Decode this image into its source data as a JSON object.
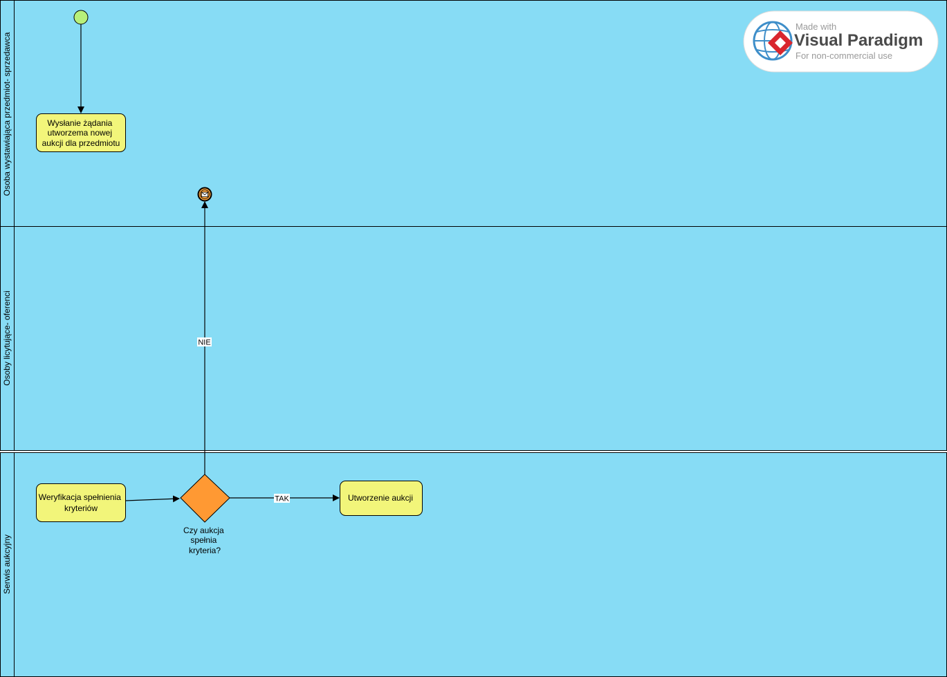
{
  "lanes": {
    "seller": "Osoba wystawiająca przedmiot- sprzedawca",
    "bidders": "Osoby licytujące- oferenci",
    "service": "Serwis aukcyjny"
  },
  "tasks": {
    "send_request": [
      "Wysłanie żądania",
      "utworzema nowej",
      "aukcji  dla przedmiotu"
    ],
    "verify": [
      "Weryfikacja spełnienia",
      "kryteriów"
    ],
    "create": [
      "Utworzenie aukcji"
    ]
  },
  "gateway": {
    "label": [
      "Czy aukcja",
      "spełnia",
      "kryteria?"
    ]
  },
  "edges": {
    "no_label": "NIE",
    "yes_label": "TAK"
  },
  "watermark": {
    "line1": "Made with",
    "line2": "Visual Paradigm",
    "line3": "For non-commercial use"
  },
  "colors": {
    "pool": "#87dcf5",
    "task": "#f2f57a",
    "gateway": "#ff9933",
    "start": "#b8f07a",
    "end_event": "#f5a03c"
  }
}
